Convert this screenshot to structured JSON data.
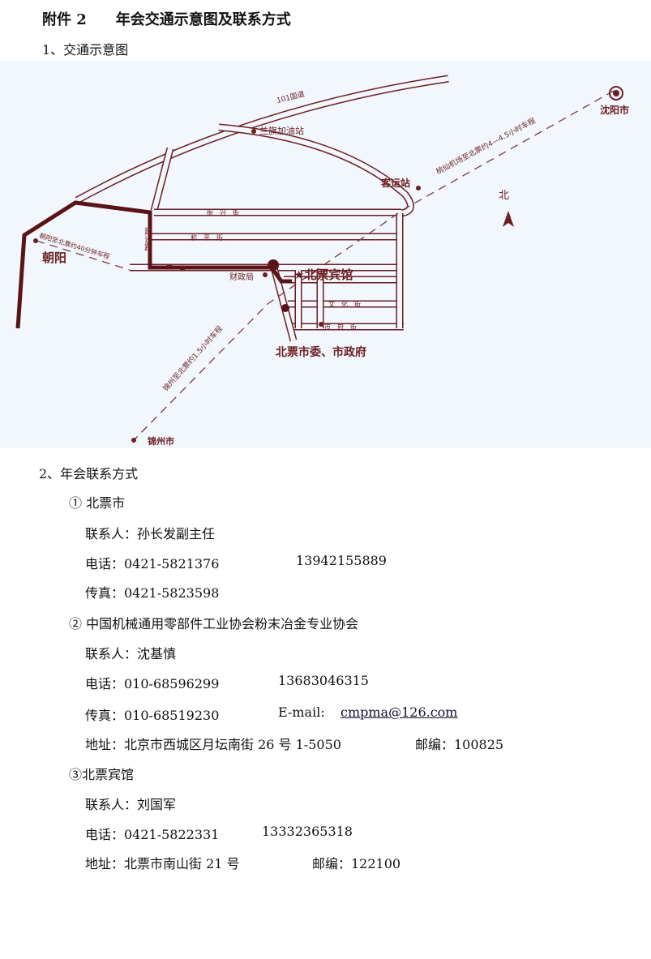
{
  "title": "附件 2　　年会交通示意图及联系方式",
  "section1": "1、交通示意图",
  "map": {
    "national_road": "101国道",
    "gas_station": "兰旗加油站",
    "bus_station": "客运站",
    "shenyang": "沈阳市",
    "shenyang_route": "桃仙机场至北票约4—4.5小时车程",
    "north": "北",
    "chaoyang": "朝阳",
    "chaoyang_route": "朝阳至北票约40分钟车程",
    "jianshe_road": "建设路",
    "finance_bureau": "财政局",
    "hotel": "北票宾馆",
    "government": "北票市委、市政府",
    "jinzhou_route": "锦州至北票约1.5小时车程",
    "jinzhou": "锦州市",
    "streets": [
      "振　兴　街",
      "和　平　街",
      "南　山",
      "文　化　街",
      "市　府　街"
    ]
  },
  "section2": "2、年会联系方式",
  "contacts": [
    {
      "heading": "① 北票市",
      "contact": "联系人：孙长发副主任",
      "phone": "电话：0421-5821376",
      "mobile": "13942155889",
      "fax": "传真：0421-5823598"
    },
    {
      "heading": "② 中国机械通用零部件工业协会粉末冶金专业协会",
      "contact": "联系人：沈基慎",
      "phone": "电话：010-68596299",
      "mobile": "13683046315",
      "fax": "传真：010-68519230",
      "email_label": "E-mail:",
      "email": "cmpma@126.com",
      "address": "地址：北京市西城区月坛南街 26 号 1-5050",
      "postcode": "邮编：100825"
    },
    {
      "heading": "③北票宾馆",
      "contact": "联系人：刘国军",
      "phone": "电话：0421-5822331",
      "mobile": "13332365318",
      "address": "地址：北票市南山街 21 号",
      "postcode": "邮编：122100"
    }
  ]
}
